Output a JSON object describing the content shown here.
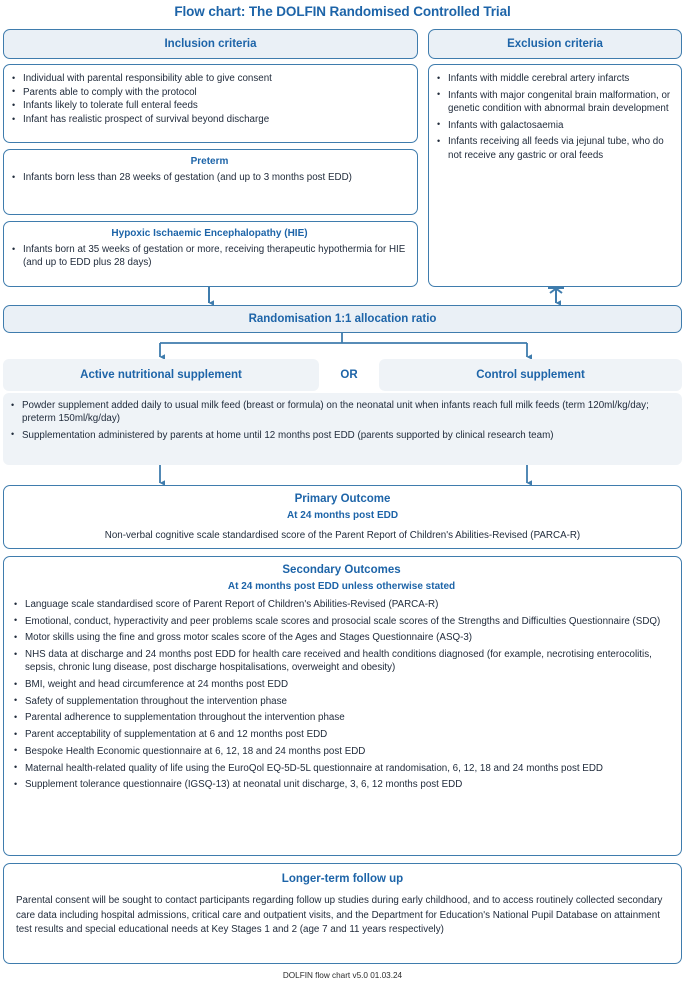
{
  "title": "Flow chart: The DOLFIN Randomised Controlled Trial",
  "colors": {
    "heading_blue": "#1d64a8",
    "border_blue": "#3f7cad",
    "fill_light": "#eaf0f6",
    "fill_plain": "#eff3f7",
    "body_text": "#1f2a3a"
  },
  "inclusion": {
    "header": "Inclusion criteria",
    "items": [
      "Individual with parental responsibility able to give consent",
      "Parents able to comply with the protocol",
      "Infants likely to tolerate full enteral feeds",
      "Infant has realistic prospect of survival beyond discharge"
    ]
  },
  "exclusion": {
    "header": "Exclusion criteria",
    "items": [
      "Infants with middle cerebral artery infarcts",
      "Infants with major congenital brain malformation, or genetic condition with abnormal brain development",
      "Infants with galactosaemia",
      "Infants receiving all feeds via jejunal tube, who do not receive any gastric or oral feeds"
    ]
  },
  "preterm": {
    "header": "Preterm",
    "items": [
      "Infants born less than 28 weeks of gestation (and up to 3 months post EDD)"
    ]
  },
  "hie": {
    "header": "Hypoxic Ischaemic Encephalopathy (HIE)",
    "items": [
      "Infants born at 35 weeks of gestation or more, receiving therapeutic hypothermia for HIE (and up to EDD plus 28 days)"
    ]
  },
  "randomisation": {
    "label": "Randomisation 1:1 allocation ratio"
  },
  "arms": {
    "active": "Active nutritional supplement",
    "or": "OR",
    "control": "Control supplement"
  },
  "intervention": {
    "items": [
      "Powder supplement added daily to usual milk feed (breast or formula) on the neonatal unit when infants reach full milk feeds (term 120ml/kg/day; preterm 150ml/kg/day)",
      "Supplementation administered by parents at home until 12 months post EDD (parents supported by clinical research team)"
    ]
  },
  "primary_outcome": {
    "header": "Primary Outcome",
    "subheader": "At 24 months post EDD",
    "text": "Non-verbal cognitive scale standardised score of the Parent Report of Children's Abilities-Revised (PARCA-R)"
  },
  "secondary_outcomes": {
    "header": "Secondary Outcomes",
    "subheader": "At 24 months post EDD unless otherwise stated",
    "items": [
      "Language scale standardised score of Parent Report of Children's Abilities-Revised (PARCA-R)",
      "Emotional, conduct, hyperactivity and peer problems scale scores and prosocial scale scores of the Strengths and Difficulties Questionnaire (SDQ)",
      "Motor skills using the fine and gross motor scales score of the Ages and Stages Questionnaire (ASQ-3)",
      "NHS data at discharge and 24 months post EDD for health care received and health conditions diagnosed (for example, necrotising enterocolitis, sepsis, chronic lung disease, post discharge hospitalisations, overweight and obesity)",
      "BMI, weight and head circumference at 24 months post EDD",
      "Safety of supplementation throughout the intervention phase",
      "Parental adherence to supplementation throughout the intervention phase",
      "Parent acceptability of supplementation at 6 and 12 months post EDD",
      "Bespoke Health Economic questionnaire at 6, 12, 18 and 24 months post EDD",
      "Maternal health-related quality of life using the EuroQol EQ-5D-5L questionnaire at randomisation, 6, 12, 18 and 24 months post EDD",
      "Supplement tolerance questionnaire (IGSQ-13) at neonatal unit discharge, 3, 6, 12 months post EDD"
    ]
  },
  "followup": {
    "header": "Longer-term follow up",
    "text": "Parental consent will be sought to contact participants regarding follow up studies during early childhood, and to access routinely collected secondary care data including hospital admissions, critical care and outpatient visits, and the Department for Education's National Pupil Database on attainment test results and special educational needs at Key Stages 1 and 2 (age 7 and 11 years respectively)"
  },
  "footer": "DOLFIN flow chart v5.0 01.03.24"
}
